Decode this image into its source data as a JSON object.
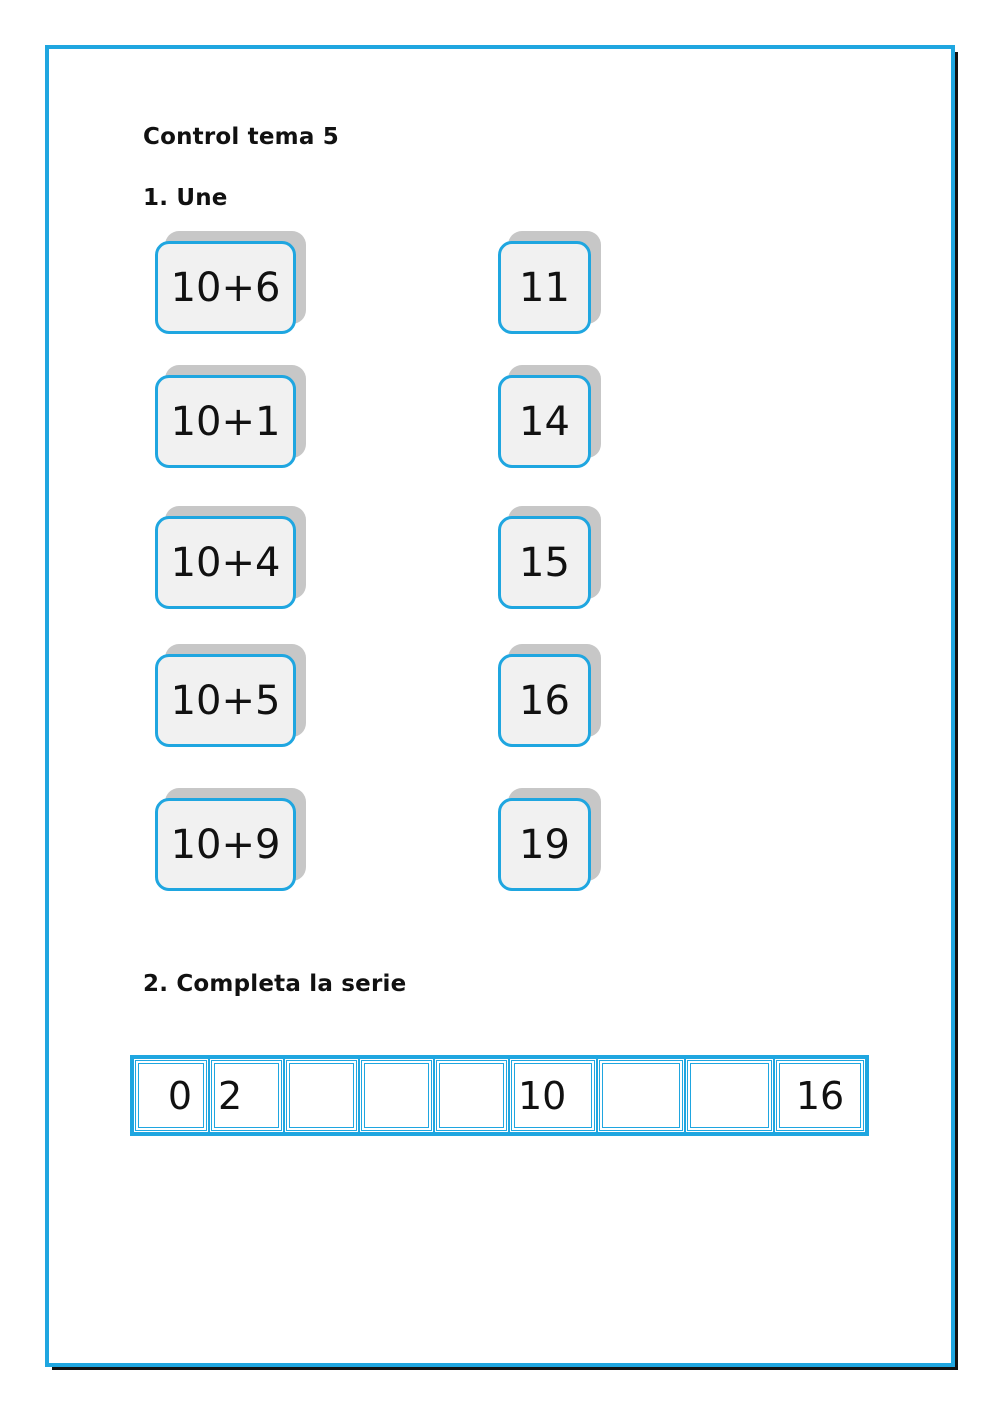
{
  "title": "Control tema 5",
  "section1": {
    "heading": "1. Une",
    "left_cards": [
      "10+6",
      "10+1",
      "10+4",
      "10+5",
      "10+9"
    ],
    "right_cards": [
      "11",
      "14",
      "15",
      "16",
      "19"
    ]
  },
  "section2": {
    "heading": "2. Completa la serie",
    "cells": [
      "0",
      "2",
      "",
      "",
      "",
      "10",
      "",
      "",
      "16"
    ]
  },
  "colors": {
    "accent": "#1fa6e0",
    "card_fill": "#f1f1f1",
    "card_shadow": "#c7c7c7",
    "page_shadow": "#111111"
  }
}
